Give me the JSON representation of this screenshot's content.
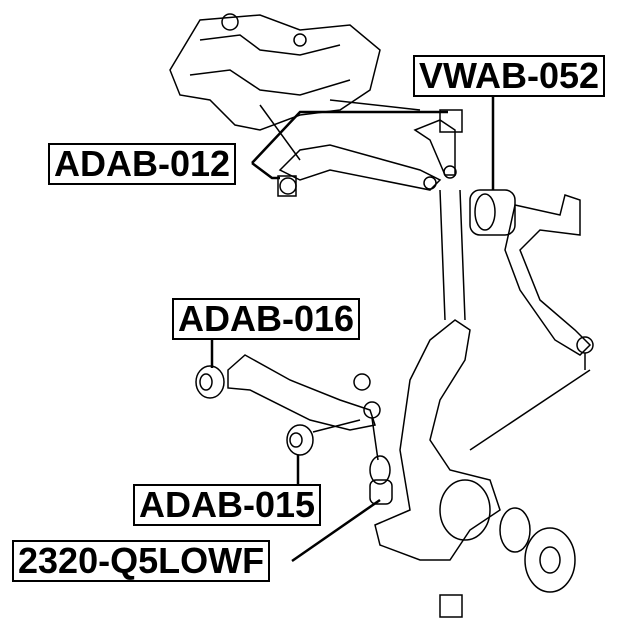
{
  "labels": {
    "vwab_052": "VWAB-052",
    "adab_012": "ADAB-012",
    "adab_016": "ADAB-016",
    "adab_015": "ADAB-015",
    "q5lowf": "2320-Q5LOWF"
  },
  "colors": {
    "line": "#000000",
    "background": "#ffffff"
  }
}
